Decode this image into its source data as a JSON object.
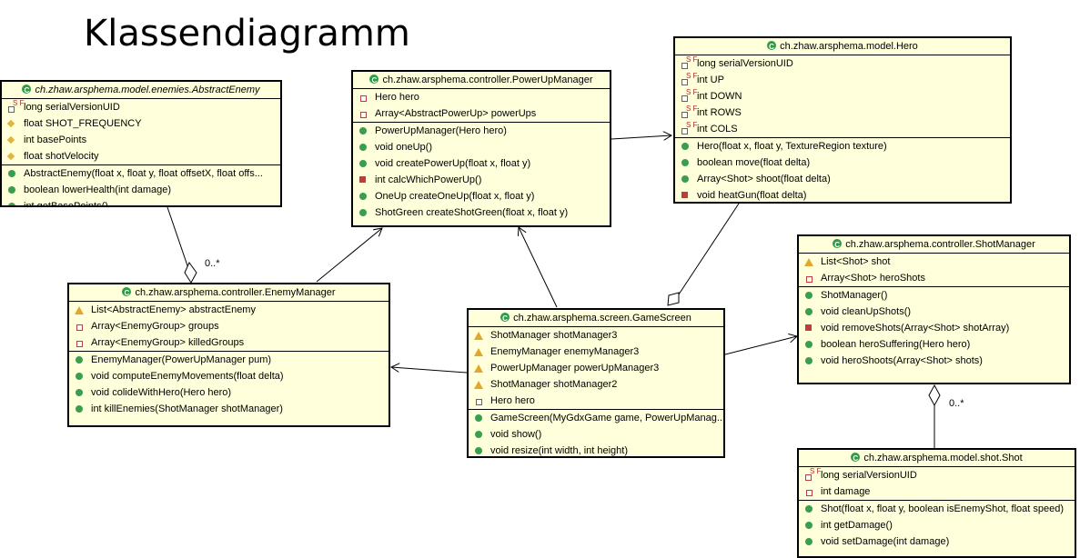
{
  "title": "Klassendiagramm",
  "classes": {
    "abstract_enemy": {
      "name": "ch.zhaw.arsphema.model.enemies.AbstractEnemy",
      "attributes": [
        {
          "icon": "static-final-icon",
          "text": "long serialVersionUID"
        },
        {
          "icon": "protected-static-icon",
          "text": "float SHOT_FREQUENCY"
        },
        {
          "icon": "protected-icon",
          "text": "int basePoints"
        },
        {
          "icon": "protected-icon",
          "text": "float shotVelocity"
        }
      ],
      "methods": [
        {
          "icon": "public-constructor-icon",
          "text": "AbstractEnemy(float x, float y, float offsetX, float offs..."
        },
        {
          "icon": "public-method-icon",
          "text": "boolean lowerHealth(int damage)"
        },
        {
          "icon": "public-method-icon",
          "text": "int getBasePoints()"
        }
      ]
    },
    "powerup_manager": {
      "name": "ch.zhaw.arsphema.controller.PowerUpManager",
      "attributes": [
        {
          "icon": "private-icon",
          "text": "Hero hero"
        },
        {
          "icon": "private-icon",
          "text": "Array<AbstractPowerUp> powerUps"
        }
      ],
      "methods": [
        {
          "icon": "public-constructor-icon",
          "text": "PowerUpManager(Hero hero)"
        },
        {
          "icon": "public-method-icon",
          "text": "void oneUp()"
        },
        {
          "icon": "public-method-icon",
          "text": "void createPowerUp(float x, float y)"
        },
        {
          "icon": "private-method-icon",
          "text": "int calcWhichPowerUp()"
        },
        {
          "icon": "public-method-icon",
          "text": "OneUp createOneUp(float x, float y)"
        },
        {
          "icon": "public-method-icon",
          "text": "ShotGreen createShotGreen(float x, float y)"
        }
      ]
    },
    "hero": {
      "name": "ch.zhaw.arsphema.model.Hero",
      "attributes": [
        {
          "icon": "static-final-icon",
          "text": "long serialVersionUID"
        },
        {
          "icon": "static-final-icon",
          "text": "int UP"
        },
        {
          "icon": "static-final-icon",
          "text": "int DOWN"
        },
        {
          "icon": "static-final-icon",
          "text": "int ROWS"
        },
        {
          "icon": "static-final-icon",
          "text": "int COLS"
        }
      ],
      "methods": [
        {
          "icon": "public-constructor-icon",
          "text": "Hero(float x, float y, TextureRegion texture)"
        },
        {
          "icon": "public-method-icon",
          "text": "boolean move(float delta)"
        },
        {
          "icon": "public-method-icon",
          "text": "Array<Shot> shoot(float delta)"
        },
        {
          "icon": "private-method-icon",
          "text": "void heatGun(float delta)"
        }
      ]
    },
    "enemy_manager": {
      "name": "ch.zhaw.arsphema.controller.EnemyManager",
      "attributes": [
        {
          "icon": "warning-icon",
          "text": "List<AbstractEnemy> abstractEnemy"
        },
        {
          "icon": "private-icon",
          "text": "Array<EnemyGroup> groups"
        },
        {
          "icon": "private-icon",
          "text": "Array<EnemyGroup> killedGroups"
        }
      ],
      "methods": [
        {
          "icon": "public-constructor-icon",
          "text": "EnemyManager(PowerUpManager pum)"
        },
        {
          "icon": "public-method-icon",
          "text": "void computeEnemyMovements(float delta)"
        },
        {
          "icon": "public-method-icon",
          "text": "void colideWithHero(Hero hero)"
        },
        {
          "icon": "public-method-icon",
          "text": "int killEnemies(ShotManager shotManager)"
        }
      ]
    },
    "game_screen": {
      "name": "ch.zhaw.arsphema.screen.GameScreen",
      "attributes": [
        {
          "icon": "warning-icon",
          "text": "ShotManager shotManager3"
        },
        {
          "icon": "warning-icon",
          "text": "EnemyManager enemyManager3"
        },
        {
          "icon": "warning-icon",
          "text": "PowerUpManager powerUpManager3"
        },
        {
          "icon": "warning-icon",
          "text": "ShotManager shotManager2"
        },
        {
          "icon": "private-icon",
          "text": "Hero hero"
        }
      ],
      "methods": [
        {
          "icon": "public-constructor-icon",
          "text": "GameScreen(MyGdxGame game, PowerUpManag..."
        },
        {
          "icon": "public-method-icon",
          "text": "void show()"
        },
        {
          "icon": "public-method-icon",
          "text": "void resize(int width, int height)"
        }
      ]
    },
    "shot_manager": {
      "name": "ch.zhaw.arsphema.controller.ShotManager",
      "attributes": [
        {
          "icon": "warning-icon",
          "text": "List<Shot> shot"
        },
        {
          "icon": "private-icon",
          "text": "Array<Shot> heroShots"
        }
      ],
      "methods": [
        {
          "icon": "public-constructor-icon",
          "text": "ShotManager()"
        },
        {
          "icon": "public-method-icon",
          "text": "void cleanUpShots()"
        },
        {
          "icon": "private-method-icon",
          "text": "void removeShots(Array<Shot> shotArray)"
        },
        {
          "icon": "public-method-icon",
          "text": "boolean heroSuffering(Hero hero)"
        },
        {
          "icon": "public-method-icon",
          "text": "void heroShoots(Array<Shot> shots)"
        }
      ]
    },
    "shot": {
      "name": "ch.zhaw.arsphema.model.shot.Shot",
      "attributes": [
        {
          "icon": "static-final-icon",
          "text": "long serialVersionUID"
        },
        {
          "icon": "private-icon",
          "text": "int damage"
        }
      ],
      "methods": [
        {
          "icon": "public-constructor-icon",
          "text": "Shot(float x, float y, boolean isEnemyShot, float speed)"
        },
        {
          "icon": "public-method-icon",
          "text": "int getDamage()"
        },
        {
          "icon": "public-method-icon",
          "text": "void setDamage(int damage)"
        }
      ]
    }
  },
  "multiplicities": {
    "enemy_manager_to_abstract_enemy": "0..*",
    "shot_manager_to_shot": "0..*"
  }
}
